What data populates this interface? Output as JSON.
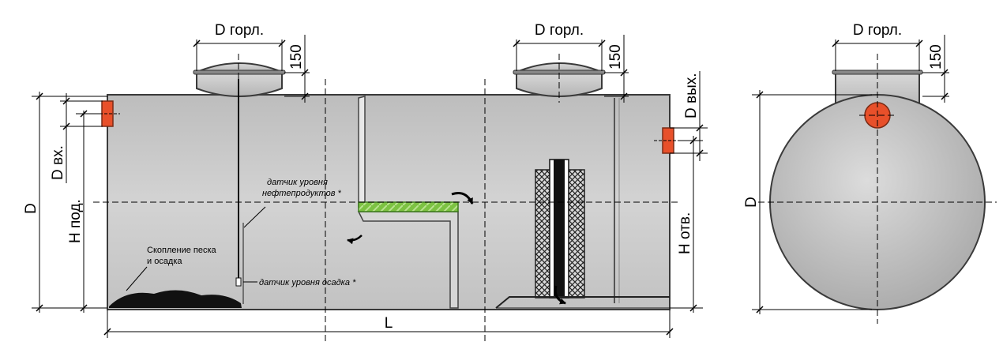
{
  "labels": {
    "neck_diameter": "D горл.",
    "neck_height": "150",
    "outlet_diameter": "D вых.",
    "inlet_diameter": "D вх.",
    "inlet_height": "Н под.",
    "outlet_height": "Н отв.",
    "diameter": "D",
    "length": "L",
    "oil_sensor_line1": "датчик уровня",
    "oil_sensor_line2": "нефтепродуктов *",
    "sediment_sensor": "датчик уровня осадка *",
    "sand_line1": "Скопление песка",
    "sand_line2": "и осадка"
  },
  "colors": {
    "tank_fill": "#c6c6c6",
    "tank_outline": "#3a3a3a",
    "pipe_red": "#e8502a",
    "filter_green": "#7cc242",
    "sediment": "#111111"
  }
}
